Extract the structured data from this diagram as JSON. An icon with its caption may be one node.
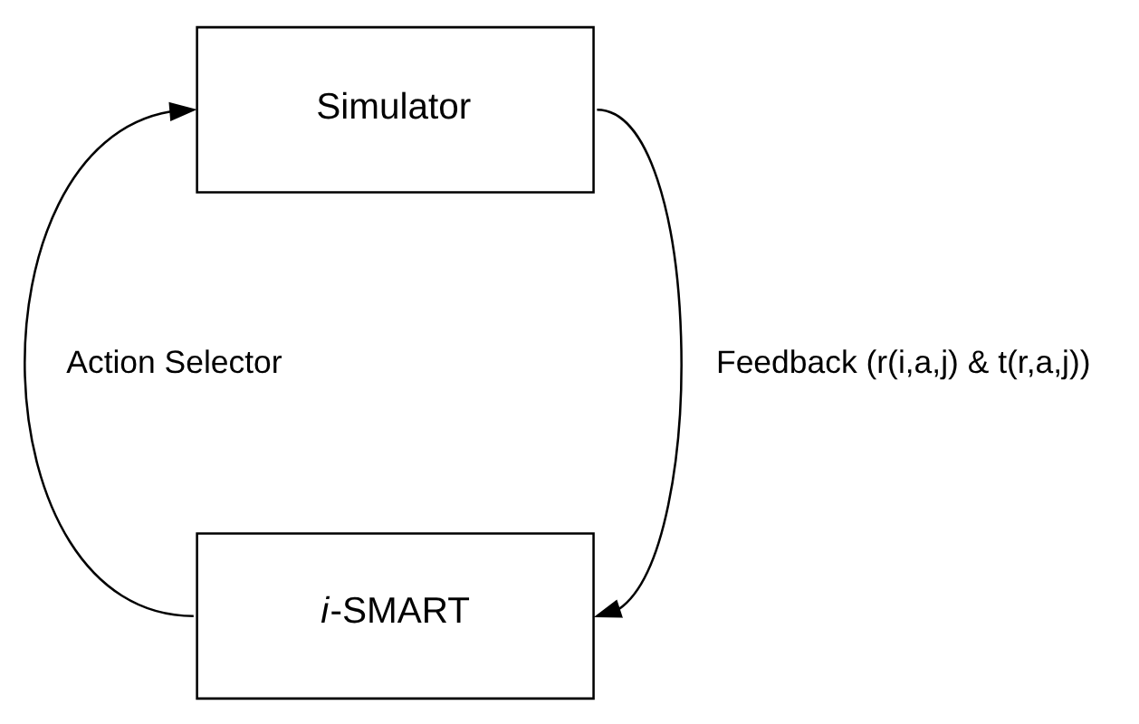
{
  "diagram": {
    "nodes": [
      {
        "text": [
          "Simulator"
        ]
      },
      {
        "text": [
          "*i*-SMART"
        ]
      }
    ],
    "edges": [
      {
        "from": 1,
        "to": 0,
        "arrow": "to",
        "label": "Action Selector"
      },
      {
        "from": 0,
        "to": 1,
        "arrow": "to",
        "label": "Feedback (r(i,a,j) & t(r,a,j))"
      }
    ]
  }
}
